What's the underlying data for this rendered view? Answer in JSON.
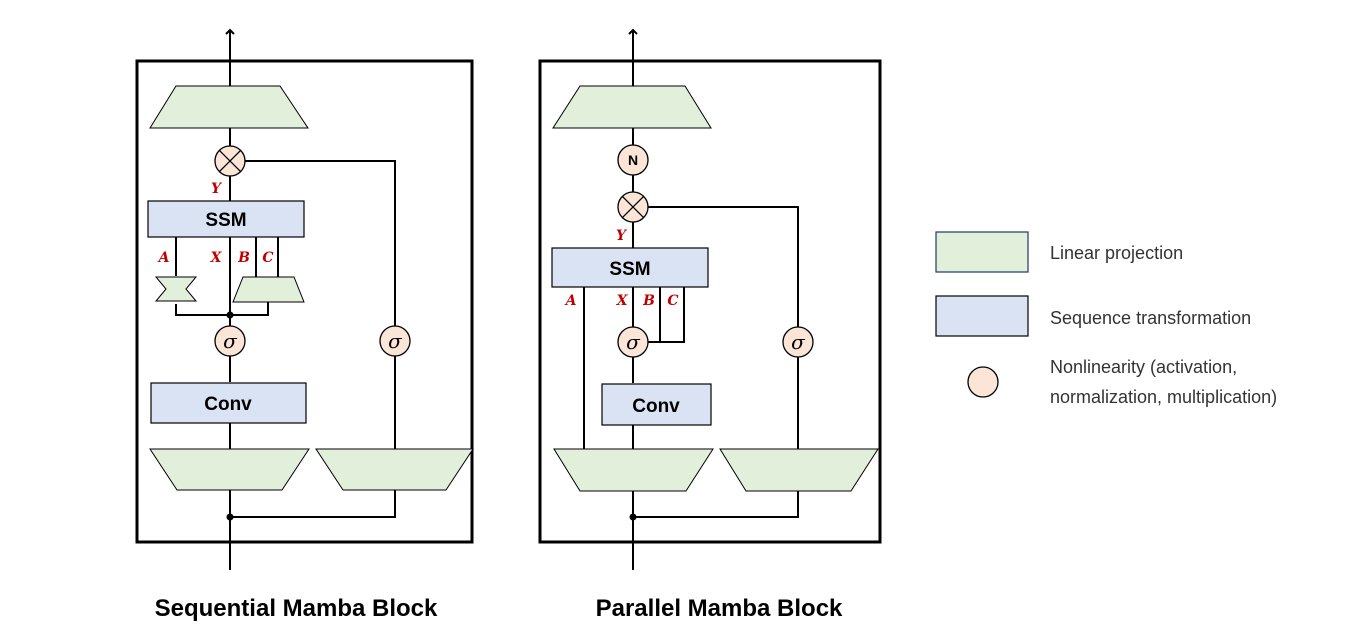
{
  "sequential": {
    "title": "Sequential Mamba Block",
    "ssm_label": "SSM",
    "conv_label": "Conv",
    "sigma": "σ",
    "var_y": "Y",
    "var_a": "A",
    "var_x": "X",
    "var_b": "B",
    "var_c": "C"
  },
  "parallel": {
    "title": "Parallel Mamba Block",
    "ssm_label": "SSM",
    "conv_label": "Conv",
    "sigma": "σ",
    "norm_label": "N",
    "var_y": "Y",
    "var_a": "A",
    "var_x": "X",
    "var_b": "B",
    "var_c": "C"
  },
  "legend": {
    "linear": "Linear projection",
    "sequence": "Sequence transformation",
    "nonlinearity_line1": "Nonlinearity (activation,",
    "nonlinearity_line2": "normalization, multiplication)"
  },
  "colors": {
    "linear_projection": "#e2efda",
    "sequence_transformation": "#dae3f3",
    "nonlinearity": "#fbe5d6",
    "variable_label": "#c00000"
  }
}
